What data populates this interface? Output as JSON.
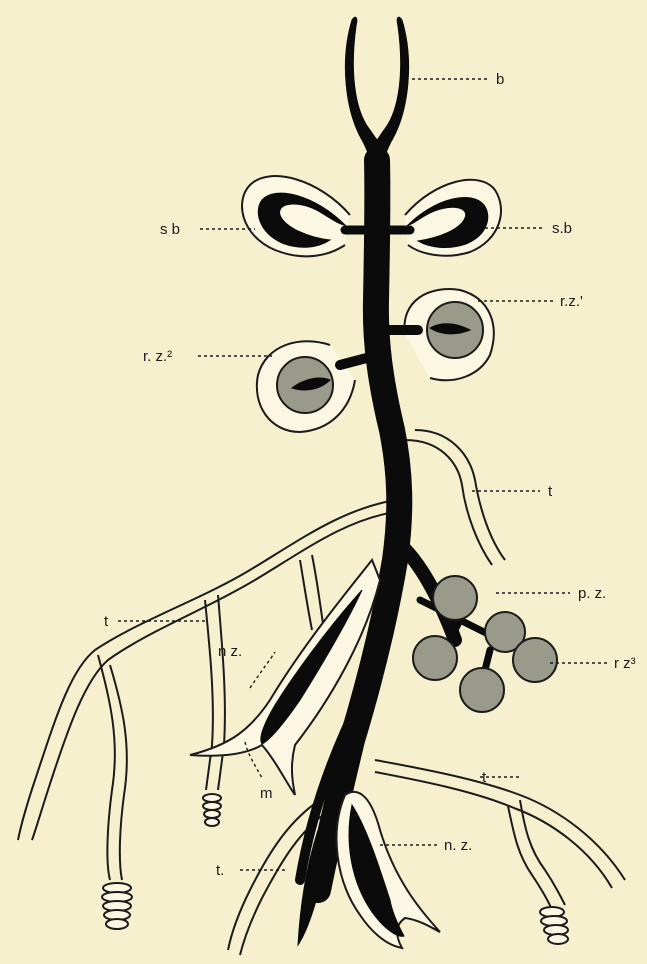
{
  "labels": {
    "b": "b",
    "sb_left": "s b",
    "sb_right": "s.b",
    "rz1": "r.z.'",
    "rz2": "r. z.²",
    "t_upper_right": "t",
    "t_left": "t",
    "pz": "p. z.",
    "nz_upper": "n z.",
    "rz3": "r z³",
    "m": "m",
    "t_lower_right": "t",
    "nz_lower": "n. z.",
    "t_lower_left": "t."
  },
  "colors": {
    "background": "#f6f0cf",
    "ink": "#0b0b0b",
    "tube": "#fbf7e2"
  }
}
